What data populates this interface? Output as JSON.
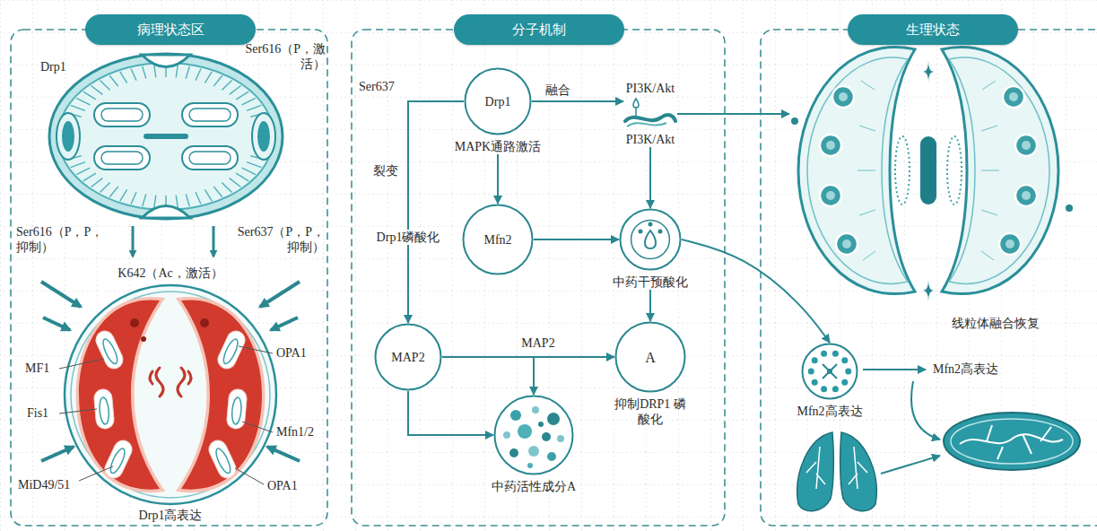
{
  "diagram": {
    "nodes": [
      {
        "text": [
          "病理状态区"
        ]
      },
      {
        "text": [
          "分子机制"
        ]
      },
      {
        "text": [
          "生理状态"
        ]
      },
      {
        "text": [
          "Drp1",
          "MAPK通路激活"
        ]
      },
      {
        "text": [
          "PI3K/Akt",
          "PI3K/Akt"
        ]
      },
      {
        "text": [
          "Mfn2"
        ]
      },
      {
        "text": [
          "中药干预酸化"
        ]
      },
      {
        "text": [
          "MAP2"
        ]
      },
      {
        "text": [
          "A",
          "抑制DRP1 磷酸化"
        ]
      },
      {
        "text": [
          "中药活性成分A"
        ]
      },
      {
        "text": [
          "线粒体融合恢复"
        ]
      },
      {
        "text": [
          "Mfn2高表达"
        ]
      }
    ],
    "edges": [
      {
        "from": 3,
        "to": 4,
        "label": "融合",
        "arrow": "to"
      },
      {
        "from": 3,
        "to": 5,
        "arrow": "to"
      },
      {
        "from": 3,
        "to": 7,
        "label": "裂变",
        "arrow": "to"
      },
      {
        "from": 4,
        "to": 6,
        "arrow": "to"
      },
      {
        "from": 5,
        "to": 6,
        "arrow": "to"
      },
      {
        "from": 6,
        "to": 8,
        "arrow": "to"
      },
      {
        "from": 7,
        "to": 8,
        "label": "MAP2",
        "arrow": "to"
      },
      {
        "from": 7,
        "to": 9,
        "arrow": "to"
      },
      {
        "from": 7,
        "to": 9,
        "arrow": "to"
      },
      {
        "from": 4,
        "to": 10,
        "arrow": "to"
      },
      {
        "from": 6,
        "to": 11,
        "arrow": "to"
      }
    ],
    "labels": [
      "Drp1",
      "Ser616（P，激活）",
      "Ser616（P，P，抑制）",
      "Ser637（P，P，抑制）",
      "K642（Ac，激活）",
      "MF1",
      "Fis1",
      "MiD49/51",
      "OPA1",
      "Mfn1/2",
      "OPA1",
      "Drp1高表达",
      "Ser637",
      "Drp1磷酸化",
      "Mfn2高表达"
    ]
  }
}
